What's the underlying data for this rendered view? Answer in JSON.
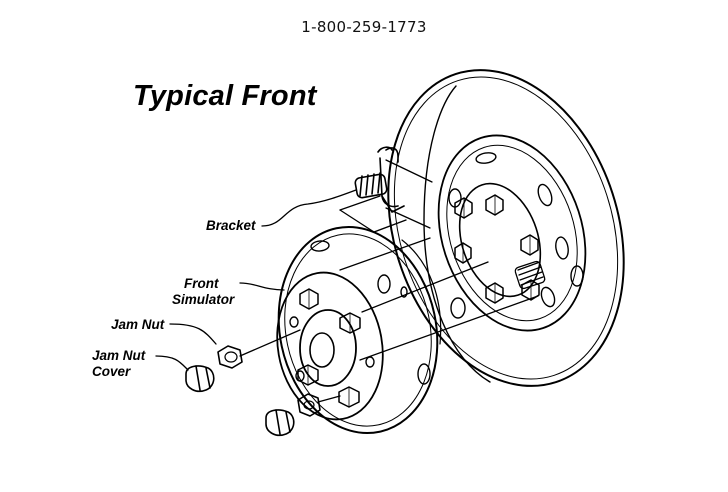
{
  "header": {
    "phone": "1-800-259-1773"
  },
  "diagram": {
    "title": "Typical Front",
    "labels": {
      "bracket": "Bracket",
      "front_simulator_line1": "Front",
      "front_simulator_line2": "Simulator",
      "jam_nut": "Jam Nut",
      "jam_nut_cover_line1": "Jam Nut",
      "jam_nut_cover_line2": "Cover"
    }
  }
}
